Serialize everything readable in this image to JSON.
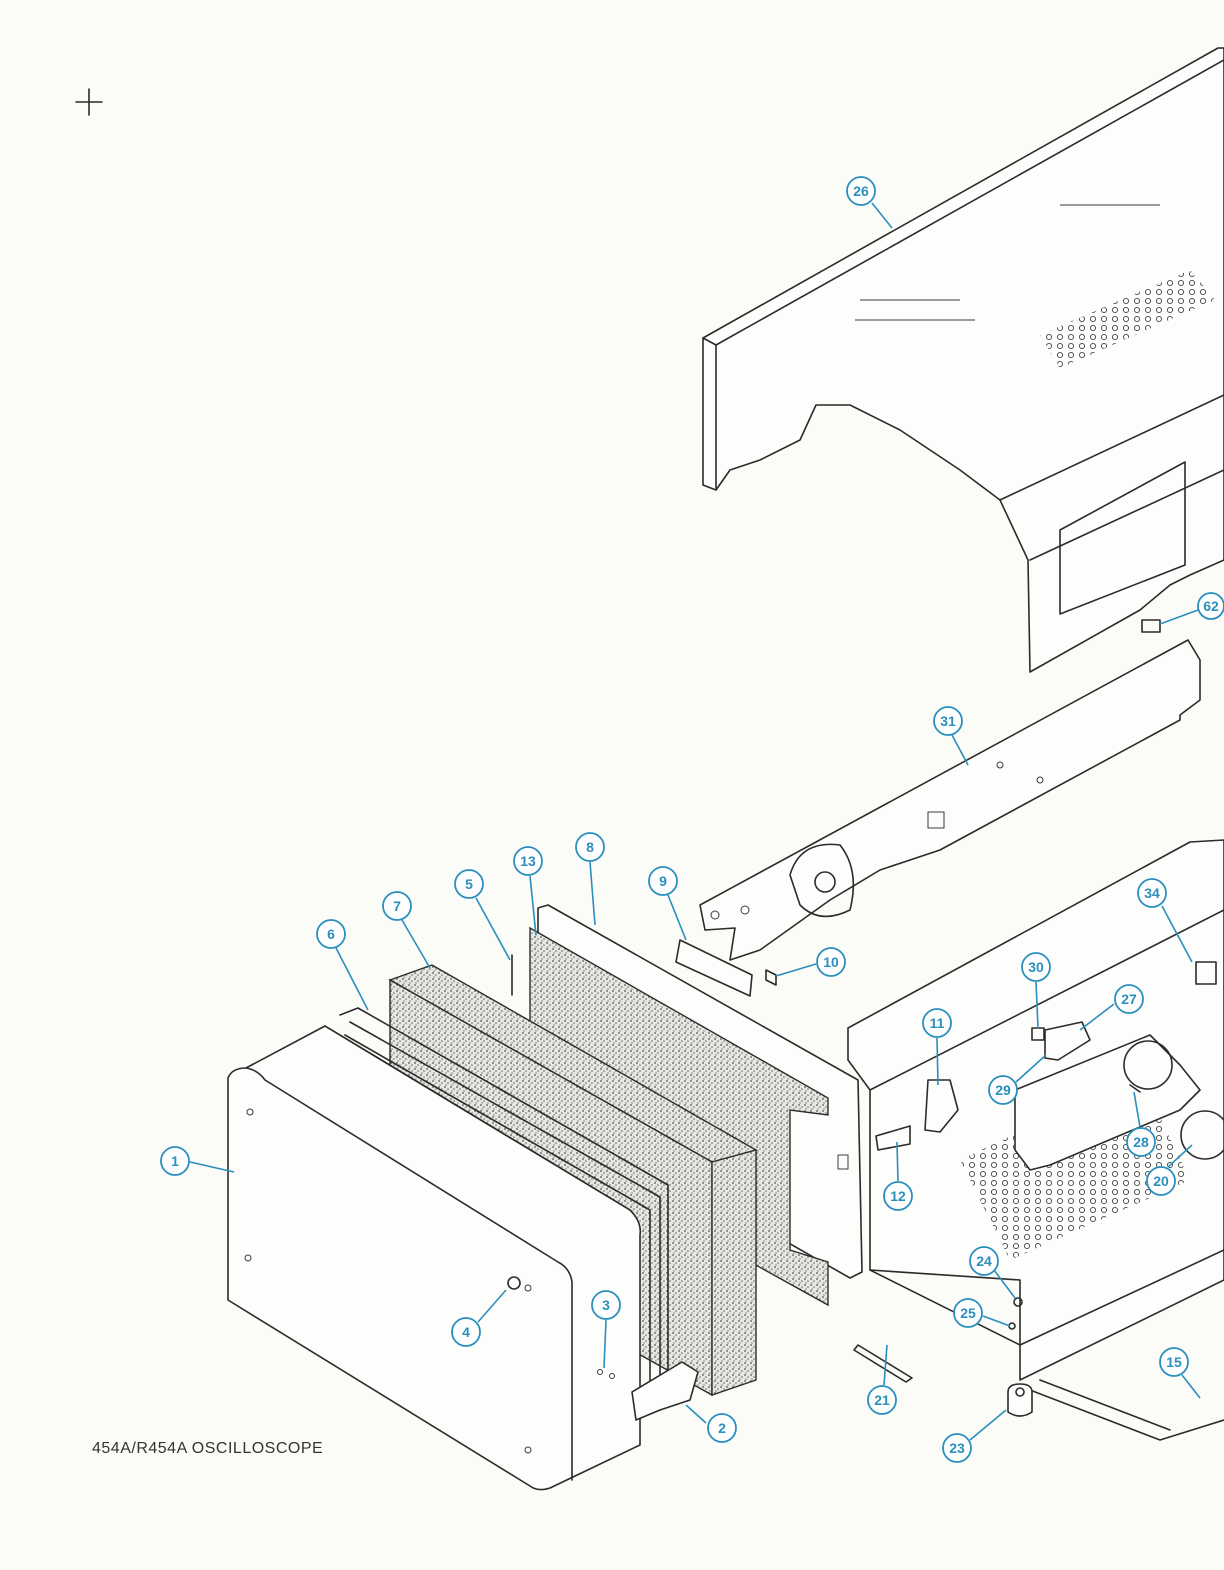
{
  "caption": "454A/R454A OSCILLOSCOPE",
  "colors": {
    "callout": "#2a8fbd",
    "ink": "#2b2b2b",
    "paper": "#fbfbf8"
  },
  "callouts": [
    "1",
    "2",
    "3",
    "4",
    "5",
    "6",
    "7",
    "8",
    "9",
    "10",
    "11",
    "12",
    "13",
    "15",
    "20",
    "21",
    "23",
    "24",
    "25",
    "26",
    "27",
    "28",
    "29",
    "30",
    "31",
    "34",
    "62"
  ],
  "icons": [
    "registration-crosshair-icon"
  ]
}
